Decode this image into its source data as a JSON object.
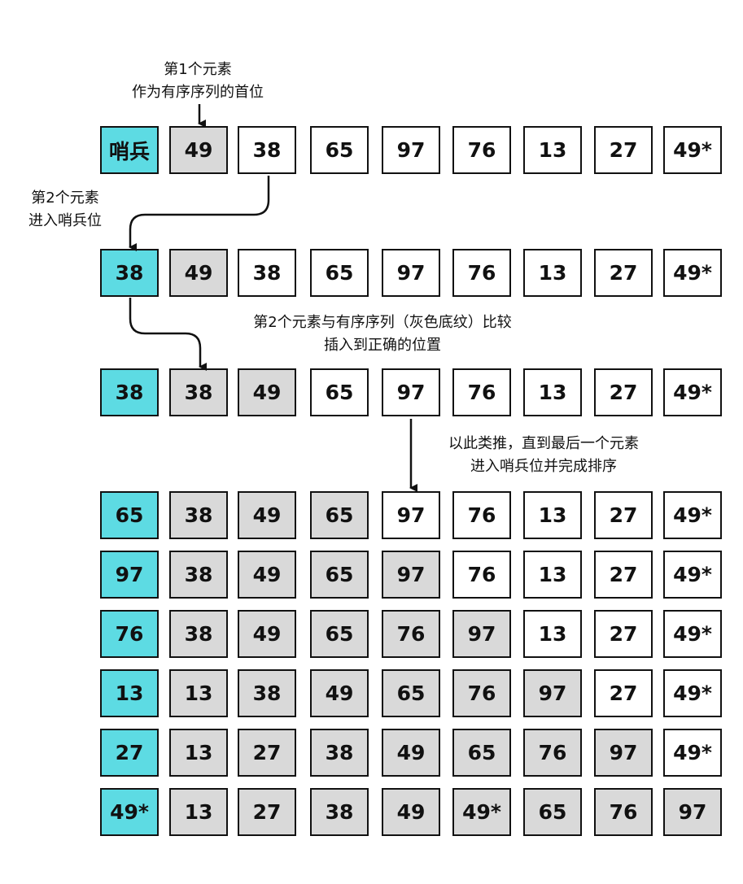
{
  "annotations": {
    "first_element": [
      "第1个元素",
      "作为有序序列的首位"
    ],
    "second_to_sentinel": [
      "第2个元素",
      "进入哨兵位"
    ],
    "compare_insert": [
      "第2个元素与有序序列（灰色底纹）比较",
      "插入到正确的位置"
    ],
    "and_so_on": [
      "以此类推，直到最后一个元素",
      "进入哨兵位并完成排序"
    ]
  },
  "legend": {
    "sentinel_color": "#5ddbe3",
    "sorted_color": "#d9d9d9",
    "unsorted_color": "#ffffff"
  },
  "rows": [
    {
      "cells": [
        "哨兵",
        "49",
        "38",
        "65",
        "97",
        "76",
        "13",
        "27",
        "49*"
      ],
      "sorted_count": 1
    },
    {
      "cells": [
        "38",
        "49",
        "38",
        "65",
        "97",
        "76",
        "13",
        "27",
        "49*"
      ],
      "sorted_count": 1
    },
    {
      "cells": [
        "38",
        "38",
        "49",
        "65",
        "97",
        "76",
        "13",
        "27",
        "49*"
      ],
      "sorted_count": 2
    },
    {
      "cells": [
        "65",
        "38",
        "49",
        "65",
        "97",
        "76",
        "13",
        "27",
        "49*"
      ],
      "sorted_count": 3
    },
    {
      "cells": [
        "97",
        "38",
        "49",
        "65",
        "97",
        "76",
        "13",
        "27",
        "49*"
      ],
      "sorted_count": 4
    },
    {
      "cells": [
        "76",
        "38",
        "49",
        "65",
        "76",
        "97",
        "13",
        "27",
        "49*"
      ],
      "sorted_count": 5
    },
    {
      "cells": [
        "13",
        "13",
        "38",
        "49",
        "65",
        "76",
        "97",
        "27",
        "49*"
      ],
      "sorted_count": 6
    },
    {
      "cells": [
        "27",
        "13",
        "27",
        "38",
        "49",
        "65",
        "76",
        "97",
        "49*"
      ],
      "sorted_count": 7
    },
    {
      "cells": [
        "49*",
        "13",
        "27",
        "38",
        "49",
        "49*",
        "65",
        "76",
        "97"
      ],
      "sorted_count": 8
    }
  ]
}
